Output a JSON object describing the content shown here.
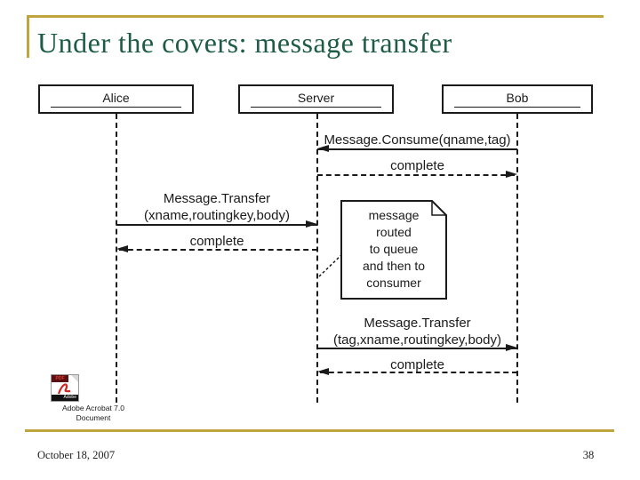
{
  "slide": {
    "title": "Under the covers: message transfer",
    "accent_color": "#bfa53d",
    "title_color": "#1d5c46",
    "footer": {
      "date": "October 18, 2007",
      "page_number": "38"
    }
  },
  "diagram": {
    "type": "sequence-diagram",
    "actors": [
      {
        "label": "Alice"
      },
      {
        "label": "Server"
      },
      {
        "label": "Bob"
      }
    ],
    "messages": [
      {
        "label": "Message.Consume(qname,tag)",
        "from": "Bob",
        "to": "Server",
        "style": "solid"
      },
      {
        "label": "complete",
        "from": "Server",
        "to": "Bob",
        "style": "dashed"
      },
      {
        "label": "Message.Transfer",
        "label2": "(xname,routingkey,body)",
        "from": "Alice",
        "to": "Server",
        "style": "solid"
      },
      {
        "label": "complete",
        "from": "Server",
        "to": "Alice",
        "style": "dashed"
      },
      {
        "label": "Message.Transfer",
        "label2": "(tag,xname,routingkey,body)",
        "from": "Server",
        "to": "Bob",
        "style": "solid"
      },
      {
        "label": "complete",
        "from": "Bob",
        "to": "Server",
        "style": "dashed"
      }
    ],
    "note": {
      "lines": [
        "message",
        "routed",
        "to queue",
        "and then to",
        "consumer"
      ]
    }
  },
  "embedded_object": {
    "badge": "PDF",
    "brand": "Adobe",
    "label_line1": "Adobe Acrobat 7.0",
    "label_line2": "Document"
  }
}
